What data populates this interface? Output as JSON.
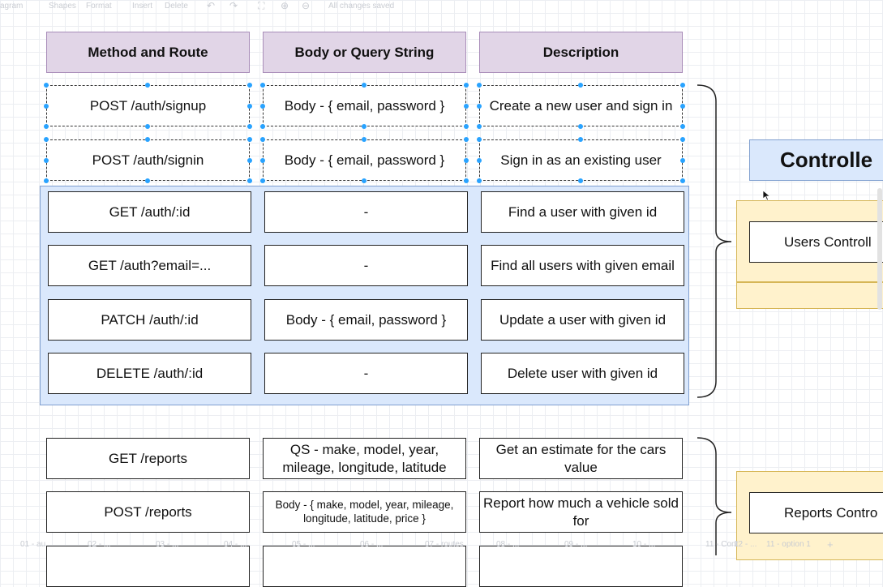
{
  "toolbar": {
    "diagram": "agram",
    "shapes": "Shapes",
    "format": "Format",
    "insert": "Insert",
    "delete": "Delete",
    "status": "All changes saved"
  },
  "headers": {
    "method": "Method and Route",
    "body": "Body or Query String",
    "description": "Description"
  },
  "users_routes": [
    {
      "method": "POST /auth/signup",
      "body": "Body - { email, password }",
      "description": "Create a new user and sign in"
    },
    {
      "method": "POST /auth/signin",
      "body": "Body - { email, password }",
      "description": "Sign in as an existing user"
    },
    {
      "method": "GET /auth/:id",
      "body": "-",
      "description": "Find a user with given id"
    },
    {
      "method": "GET /auth?email=...",
      "body": "-",
      "description": "Find all users with given email"
    },
    {
      "method": "PATCH /auth/:id",
      "body": "Body - { email, password }",
      "description": "Update a user with given id"
    },
    {
      "method": "DELETE /auth/:id",
      "body": "-",
      "description": "Delete user with given id"
    }
  ],
  "reports_routes": [
    {
      "method": "GET /reports",
      "body": "QS - make, model, year, mileage, longitude, latitude",
      "description": "Get an estimate for the cars value"
    },
    {
      "method": "POST /reports",
      "body": "Body - { make, model, year, mileage, longitude, latitude, price }",
      "description": "Report how much a vehicle sold for"
    }
  ],
  "controllers": {
    "title": "Controlle",
    "users": "Users Controll",
    "reports": "Reports Contro"
  },
  "bottom_tabs": [
    "01 - au",
    "02 - ...",
    "03 - ...",
    "04 - ...",
    "05 - ...",
    "06 - ...",
    "07 - routes",
    "08 - ...",
    "09 - ...",
    "10 - ...",
    "11 - Cont",
    "12 - ...",
    "11 - option 1"
  ],
  "colors": {
    "header_fill": "#e1d5e7",
    "group_fill": "#dae8fc",
    "controller_fill": "#fff2cc",
    "selection_handle": "#29a3ff"
  }
}
